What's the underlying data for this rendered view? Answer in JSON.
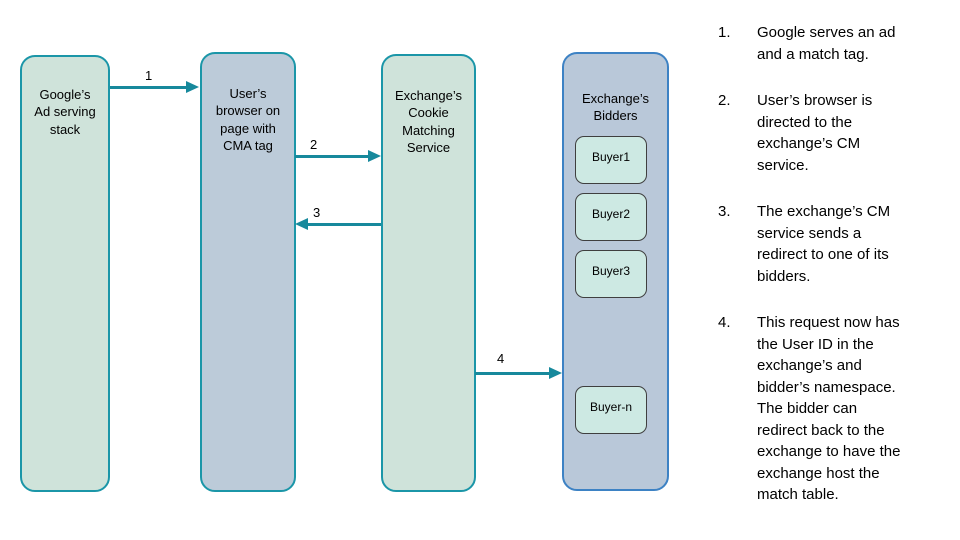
{
  "colors": {
    "lane_border_teal": "#1b96a8",
    "bidders_border_blue": "#3d82c4",
    "arrow_teal": "#17899c",
    "green_lane_fill": "#cfe3da",
    "browser_lane_fill": "#bccbd9",
    "bidders_lane_fill": "#b9c8d9",
    "buyer_fill": "#cde9e3",
    "buyer_border": "#3f3f3f",
    "background": "#ffffff",
    "text": "#000000"
  },
  "diagram": {
    "nodes": [
      {
        "id": "google",
        "label": "Google’s\nAd serving\nstack"
      },
      {
        "id": "browser",
        "label": "User’s\nbrowser on\npage with\nCMA tag"
      },
      {
        "id": "cm",
        "label": "Exchange’s\nCookie\nMatching\nService"
      },
      {
        "id": "bidders",
        "label": "Exchange’s\nBidders"
      }
    ],
    "buyers": [
      "Buyer1",
      "Buyer2",
      "Buyer3",
      "Buyer-n"
    ],
    "arrows": [
      {
        "label": "1",
        "from": "google",
        "to": "browser",
        "direction": "right"
      },
      {
        "label": "2",
        "from": "browser",
        "to": "cm",
        "direction": "right"
      },
      {
        "label": "3",
        "from": "cm",
        "to": "browser",
        "direction": "left"
      },
      {
        "label": "4",
        "from": "cm",
        "to": "bidders",
        "direction": "right"
      }
    ]
  },
  "steps": [
    {
      "num": "1.",
      "text": "Google serves an ad\nand a match tag."
    },
    {
      "num": "2.",
      "text": "User’s browser is\ndirected to the\nexchange’s CM\nservice."
    },
    {
      "num": "3.",
      "text": "The exchange’s CM\nservice sends a\nredirect to one of its\nbidders."
    },
    {
      "num": "4.",
      "text": "This request now has\nthe User ID in the\nexchange’s and\nbidder’s namespace.\nThe bidder can\nredirect back to the\nexchange to have the\nexchange host the\nmatch table."
    }
  ]
}
